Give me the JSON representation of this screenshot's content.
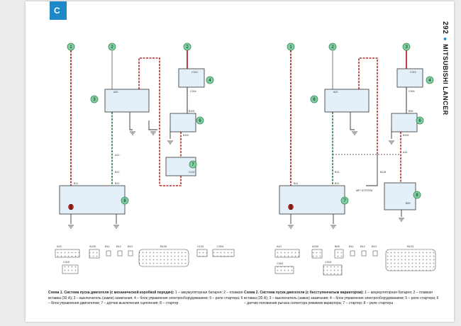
{
  "tab_letter": "С",
  "header": {
    "page_number": "292",
    "title": "MITSUBISHI LANCER"
  },
  "colors": {
    "brand": "#1f88c8",
    "circle_fill": "#7fd0a0",
    "circle_stroke": "#3a8a5a",
    "wire_red": "#b0302c",
    "wire_green": "#2f7a4a",
    "wire_grey": "#b5b5b5",
    "wire_black": "#333333",
    "box_fill": "#e3f0fa"
  },
  "scheme1": {
    "caption_title": "Схема 1. Система пуска двигателя (с механической коробкой передач):",
    "caption_body": "1 – аккумуляторная батарея; 2 – плавкая вставка (30 А); 3 – выключатель (замок) зажигания; 4 – блок управления электрооборудованием; 5 – реле стартера; 6 – блок управления двигателем; 7 – датчик выключения сцепления; 8 – стартер",
    "top_circles": [
      "1",
      "2",
      "2"
    ],
    "callouts": [
      "3",
      "4",
      "6",
      "7",
      "8"
    ],
    "connectors": [
      "A20",
      "C315",
      "C304",
      "B105",
      "B102",
      "A10",
      "B13",
      "B11",
      "B12",
      "C132"
    ],
    "bottom_labels": [
      "A20",
      "A24X",
      "B11",
      "B12",
      "B13",
      "B105",
      "C132",
      "C304",
      "C315"
    ]
  },
  "scheme2": {
    "caption_title": "Схема 2. Система пуска двигателя (с бесступенчатым вариатором):",
    "caption_body": "1 – аккумуляторная батарея; 2 – плавкая вставка (30 А); 3 – выключатель (замок) зажигания; 4 – блок управления электрооборудованием; 5 – реле стартера; 6 – датчик положения рычага селектора режимов вариатора; 7 – стартер; 8 – реле стартера",
    "top_circles": [
      "1",
      "2",
      "3"
    ],
    "callouts": [
      "6",
      "4",
      "6",
      "7",
      "8"
    ],
    "connectors": [
      "A20",
      "C315",
      "C304",
      "B05",
      "B105",
      "B13",
      "B11",
      "B12",
      "A10",
      "B09",
      "B118"
    ],
    "bottom_labels": [
      "A10",
      "A24X",
      "B05",
      "B11",
      "B12",
      "B13",
      "B103",
      "C304",
      "C315"
    ],
    "mfi_label": "MFI SYSTEM"
  }
}
